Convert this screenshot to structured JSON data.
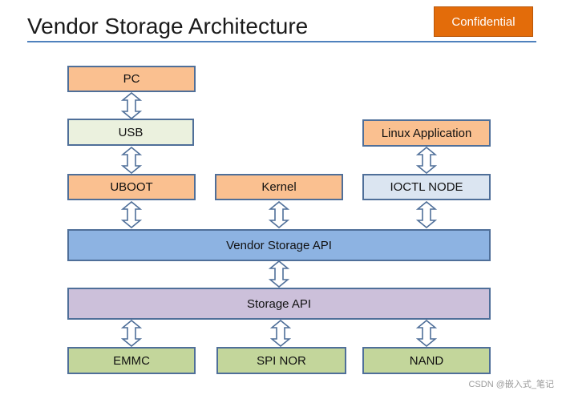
{
  "title": "Vendor Storage Architecture",
  "badge": "Confidential",
  "nodes": {
    "pc": "PC",
    "usb": "USB",
    "linux_app": "Linux Application",
    "uboot": "UBOOT",
    "kernel": "Kernel",
    "ioctl_node": "IOCTL NODE",
    "vendor_storage_api": "Vendor Storage API",
    "storage_api": "Storage API",
    "emmc": "EMMC",
    "spi_nor": "SPI NOR",
    "nand": "NAND"
  },
  "watermark": "CSDN @嵌入式_笔记",
  "colors": {
    "accent": "#e36c0a",
    "rule": "#4f81bd",
    "orange_box": "#fac090",
    "vendor_api": "#8db3e2",
    "storage_api": "#ccc0da",
    "device_box": "#c3d69b"
  }
}
